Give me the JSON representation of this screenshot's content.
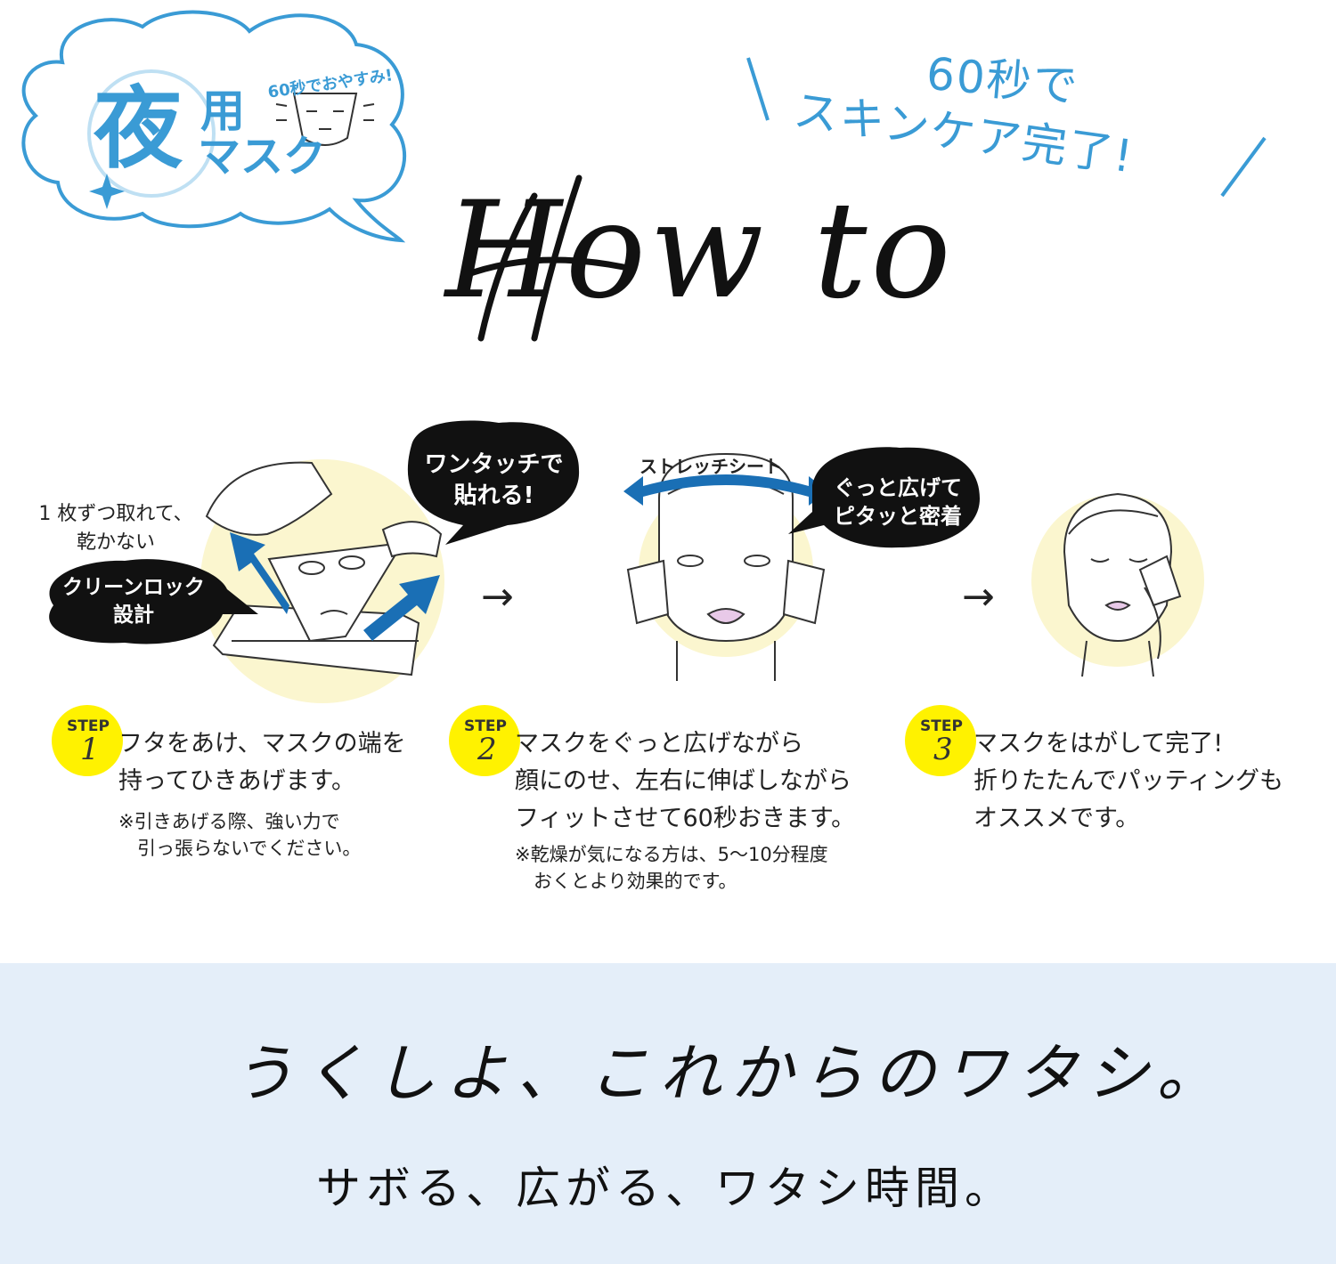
{
  "badge": {
    "kicker": "60秒でおやすみ!",
    "night_char": "夜",
    "use_char": "用",
    "mask_word": "マスク"
  },
  "tagline": {
    "line1": "60秒で",
    "line2": "スキンケア完了!"
  },
  "heading": "How to",
  "illustrations": {
    "step1_left_label": "1 枚ずつ取れて、\n乾かない",
    "step1_bubble_left": "クリーンロック\n設計",
    "step1_bubble_right": "ワンタッチで\n貼れる!",
    "step2_stretch_label": "ストレッチシート",
    "step2_bubble": "ぐっと広げて\nピタッと密着",
    "arrow": "→"
  },
  "steps": [
    {
      "label": "STEP",
      "number": "1",
      "text": "フタをあけ、マスクの端を\n持ってひきあげます。",
      "note": "※引きあげる際、強い力で\n　引っ張らないでください。"
    },
    {
      "label": "STEP",
      "number": "2",
      "text": "マスクをぐっと広げながら\n顔にのせ、左右に伸ばしながら\nフィットさせて60秒おきます。",
      "note": "※乾燥が気になる方は、5〜10分程度\n　おくとより効果的です。"
    },
    {
      "label": "STEP",
      "number": "3",
      "text": "マスクをはがして完了!\n折りたたんでパッティングも\nオススメです。",
      "note": ""
    }
  ],
  "footer": {
    "main": "うくしよ、これからのワタシ。",
    "sub": "サボる、広がる、ワタシ時間。"
  },
  "colors": {
    "accent_blue": "#3a9bd5",
    "arrow_blue": "#1a6fb5",
    "circle_yellow": "#fbf6cf",
    "badge_yellow": "#fff200",
    "footer_bg": "#e4eef9"
  }
}
